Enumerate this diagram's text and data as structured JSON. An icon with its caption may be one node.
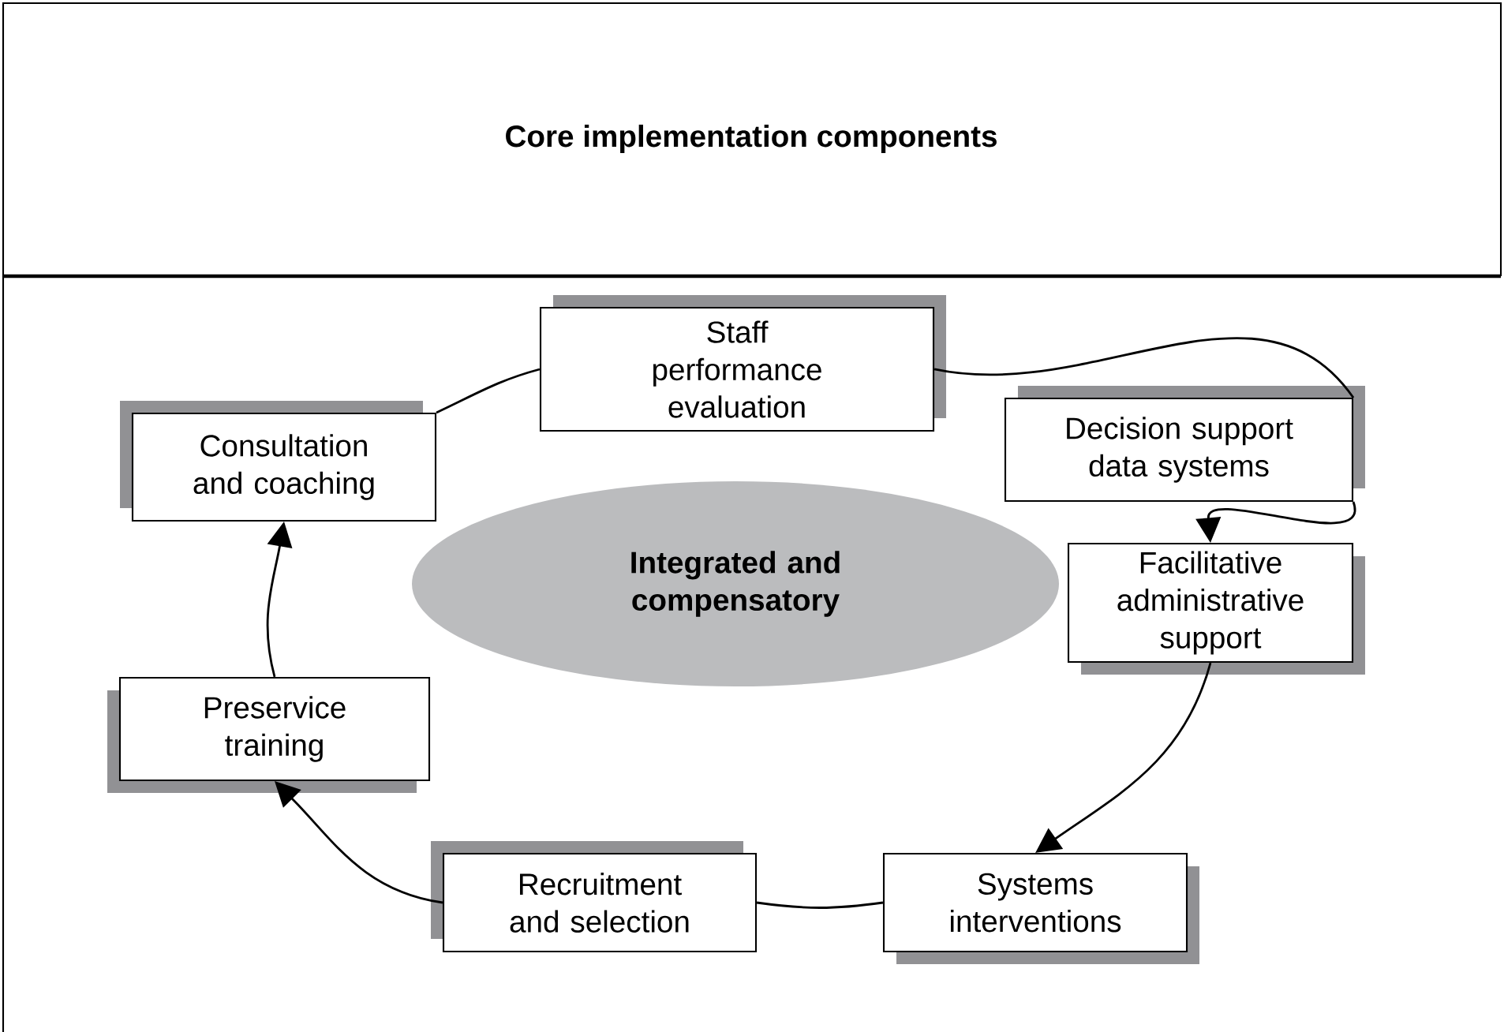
{
  "diagram": {
    "title": "Core implementation components",
    "nodes": [
      {
        "text": [
          "Staff performance evaluation"
        ]
      },
      {
        "text": [
          "Consultation and coaching"
        ]
      },
      {
        "text": [
          "Decision support data systems"
        ]
      },
      {
        "text": [
          "Integrated and compensatory"
        ]
      },
      {
        "text": [
          "Facilitative administrative support"
        ]
      },
      {
        "text": [
          "Preservice training"
        ]
      },
      {
        "text": [
          "Recruitment and selection"
        ]
      },
      {
        "text": [
          "Systems interventions"
        ]
      }
    ],
    "edges": [
      {
        "from": 1,
        "to": 0,
        "arrow": "none"
      },
      {
        "from": 0,
        "to": 2,
        "arrow": "none"
      },
      {
        "from": 2,
        "to": 4,
        "arrow": "to"
      },
      {
        "from": 4,
        "to": 7,
        "arrow": "to"
      },
      {
        "from": 7,
        "to": 6,
        "arrow": "none"
      },
      {
        "from": 6,
        "to": 5,
        "arrow": "to"
      },
      {
        "from": 5,
        "to": 1,
        "arrow": "to"
      }
    ]
  }
}
